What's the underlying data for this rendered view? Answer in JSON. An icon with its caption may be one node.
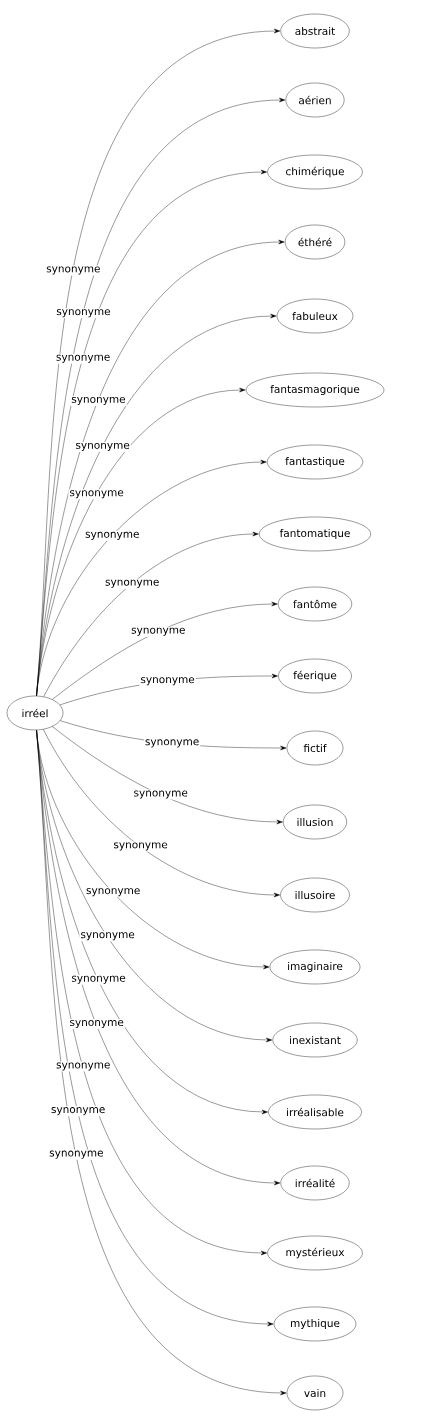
{
  "diagram": {
    "nodes": [
      {
        "text": [
          "irréel"
        ]
      },
      {
        "text": [
          "abstrait"
        ]
      },
      {
        "text": [
          "aérien"
        ]
      },
      {
        "text": [
          "chimérique"
        ]
      },
      {
        "text": [
          "éthéré"
        ]
      },
      {
        "text": [
          "fabuleux"
        ]
      },
      {
        "text": [
          "fantasmagorique"
        ]
      },
      {
        "text": [
          "fantastique"
        ]
      },
      {
        "text": [
          "fantomatique"
        ]
      },
      {
        "text": [
          "fantôme"
        ]
      },
      {
        "text": [
          "féerique"
        ]
      },
      {
        "text": [
          "fictif"
        ]
      },
      {
        "text": [
          "illusion"
        ]
      },
      {
        "text": [
          "illusoire"
        ]
      },
      {
        "text": [
          "imaginaire"
        ]
      },
      {
        "text": [
          "inexistant"
        ]
      },
      {
        "text": [
          "irréalisable"
        ]
      },
      {
        "text": [
          "irréalité"
        ]
      },
      {
        "text": [
          "mystérieux"
        ]
      },
      {
        "text": [
          "mythique"
        ]
      },
      {
        "text": [
          "vain"
        ]
      }
    ],
    "edges": [
      {
        "from": 0,
        "to": 1,
        "arrow": "to",
        "label": "synonyme"
      },
      {
        "from": 0,
        "to": 2,
        "arrow": "to",
        "label": "synonyme"
      },
      {
        "from": 0,
        "to": 3,
        "arrow": "to",
        "label": "synonyme"
      },
      {
        "from": 0,
        "to": 4,
        "arrow": "to",
        "label": "synonyme"
      },
      {
        "from": 0,
        "to": 5,
        "arrow": "to",
        "label": "synonyme"
      },
      {
        "from": 0,
        "to": 6,
        "arrow": "to",
        "label": "synonyme"
      },
      {
        "from": 0,
        "to": 7,
        "arrow": "to",
        "label": "synonyme"
      },
      {
        "from": 0,
        "to": 8,
        "arrow": "to",
        "label": "synonyme"
      },
      {
        "from": 0,
        "to": 9,
        "arrow": "to",
        "label": "synonyme"
      },
      {
        "from": 0,
        "to": 10,
        "arrow": "to",
        "label": "synonyme"
      },
      {
        "from": 0,
        "to": 11,
        "arrow": "to",
        "label": "synonyme"
      },
      {
        "from": 0,
        "to": 12,
        "arrow": "to",
        "label": "synonyme"
      },
      {
        "from": 0,
        "to": 13,
        "arrow": "to",
        "label": "synonyme"
      },
      {
        "from": 0,
        "to": 14,
        "arrow": "to",
        "label": "synonyme"
      },
      {
        "from": 0,
        "to": 15,
        "arrow": "to",
        "label": "synonyme"
      },
      {
        "from": 0,
        "to": 16,
        "arrow": "to",
        "label": "synonyme"
      },
      {
        "from": 0,
        "to": 17,
        "arrow": "to",
        "label": "synonyme"
      },
      {
        "from": 0,
        "to": 18,
        "arrow": "to",
        "label": "synonyme"
      },
      {
        "from": 0,
        "to": 19,
        "arrow": "to",
        "label": "synonyme"
      },
      {
        "from": 0,
        "to": 20,
        "arrow": "to",
        "label": "synonyme"
      }
    ]
  }
}
